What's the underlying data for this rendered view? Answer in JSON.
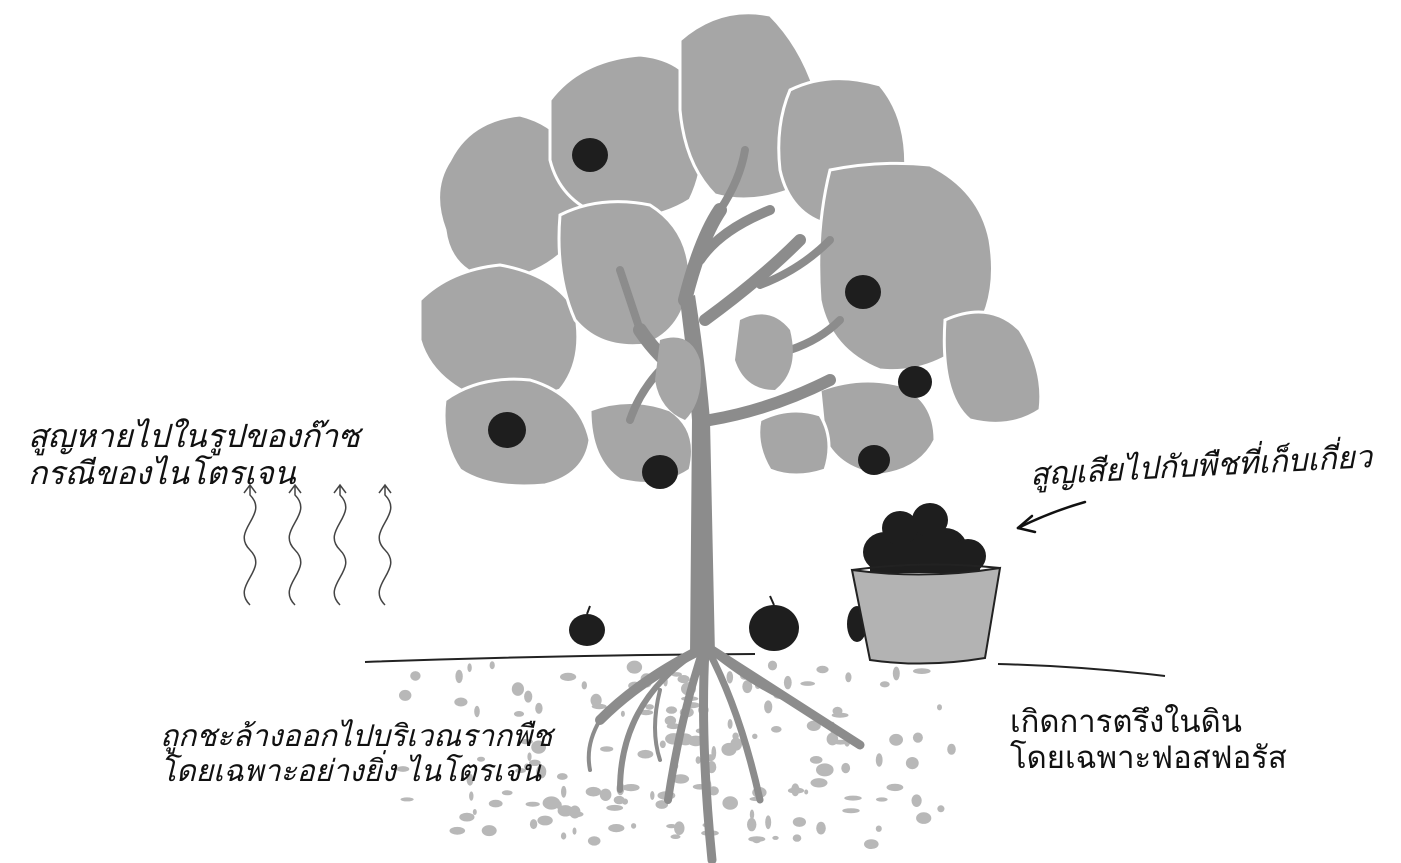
{
  "labels": {
    "gas_loss": {
      "line1": "สูญหายไปในรูปของก๊าซ",
      "line2": "กรณีของไนโตรเจน"
    },
    "harvest_loss": "สูญเสียไปกับพืชที่เก็บเกี่ยว",
    "leaching": {
      "line1": "ถูกชะล้างออกไปบริเวณรากพืช",
      "line2": "โดยเฉพาะอย่างยิ่ง ไนโตรเจน"
    },
    "fixation": {
      "line1": "เกิดการตรึงในดิน",
      "line2": "โดยเฉพาะฟอสฟอรัส"
    }
  },
  "colors": {
    "canopy": "#a6a6a6",
    "trunk": "#8c8c8c",
    "fruit": "#1e1e1e",
    "basket": "#b3b3b3",
    "soil_speckle": "#b8b8b8",
    "ink": "#111111"
  },
  "icons": [
    "apple-tree",
    "apple-fruit",
    "harvest-basket",
    "gas-wavy-arrow",
    "curved-arrow"
  ]
}
